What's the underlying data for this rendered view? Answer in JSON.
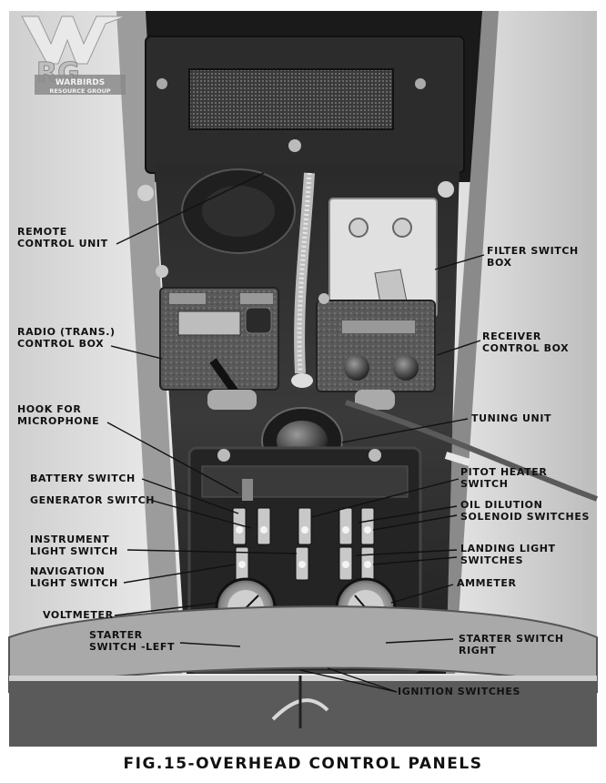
{
  "logo": {
    "mark": "WARBIRDS RESOURCE GROUP",
    "initials": "RG",
    "line1": "WARBIRDS",
    "line2": "RESOURCE GROUP"
  },
  "labels": {
    "remote_control_unit": [
      "REMOTE",
      "CONTROL UNIT"
    ],
    "filter_switch_box": [
      "FILTER SWITCH",
      "BOX"
    ],
    "radio_trans_control_box": [
      "RADIO (TRANS.)",
      "CONTROL BOX"
    ],
    "receiver_control_box": [
      "RECEIVER",
      "CONTROL BOX"
    ],
    "hook_for_microphone": [
      "HOOK FOR",
      "MICROPHONE"
    ],
    "tuning_unit": [
      "TUNING UNIT"
    ],
    "battery_switch": [
      "BATTERY SWITCH"
    ],
    "pitot_heater_switch": [
      "PITOT HEATER",
      "SWITCH"
    ],
    "generator_switch": [
      "GENERATOR SWITCH"
    ],
    "oil_dilution_solenoid_switches": [
      "OIL DILUTION",
      "SOLENOID SWITCHES"
    ],
    "instrument_light_switch": [
      "INSTRUMENT",
      "LIGHT SWITCH"
    ],
    "landing_light_switches": [
      "LANDING LIGHT",
      "SWITCHES"
    ],
    "navigation_light_switch": [
      "NAVIGATION",
      "LIGHT SWITCH"
    ],
    "ammeter": [
      "AMMETER"
    ],
    "voltmeter": [
      "VOLTMETER"
    ],
    "starter_switch_left": [
      "STARTER",
      "SWITCH -LEFT"
    ],
    "starter_switch_right": [
      "STARTER SWITCH",
      "RIGHT"
    ],
    "ignition_switches": [
      "IGNITION SWITCHES"
    ]
  },
  "caption": "FIG.15-OVERHEAD CONTROL PANELS"
}
